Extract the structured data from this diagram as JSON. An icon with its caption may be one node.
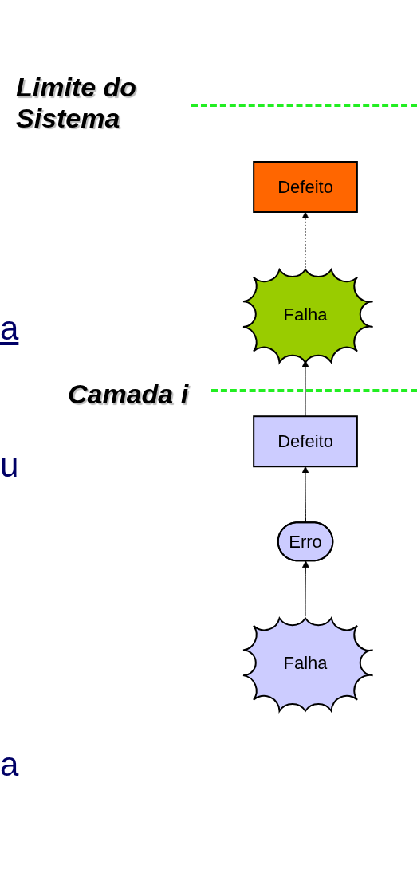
{
  "diagram": {
    "nodes": [
      {
        "text": [
          "Defeito"
        ]
      },
      {
        "text": [
          "Falha"
        ]
      },
      {
        "text": [
          "Defeito"
        ]
      },
      {
        "text": [
          "Erro"
        ]
      },
      {
        "text": [
          "Falha"
        ]
      }
    ],
    "edges": [
      {
        "from": 1,
        "to": 0,
        "arrow": "to",
        "style": "dashed"
      },
      {
        "from": 2,
        "to": 1,
        "arrow": "to"
      },
      {
        "from": 3,
        "to": 2,
        "arrow": "to"
      },
      {
        "from": 4,
        "to": 3,
        "arrow": "to"
      }
    ],
    "labels": [
      "Limite do Sistema",
      "a",
      "Camada i",
      "u",
      "a"
    ]
  }
}
